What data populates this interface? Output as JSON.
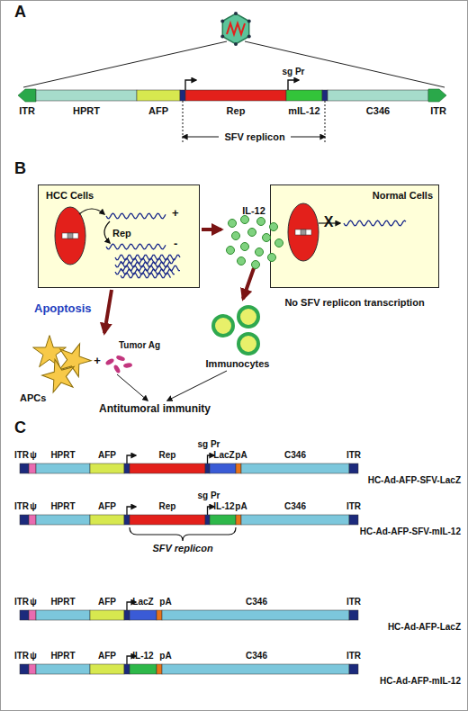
{
  "diagram": {
    "nodes": [
      {
        "text": [
          "HCC Cells",
          "Rep",
          "+",
          "-"
        ]
      },
      {
        "text": [
          "Normal Cells",
          "X"
        ]
      }
    ],
    "labels": [
      "A",
      "ITR",
      "HPRT",
      "AFP",
      "Rep",
      "sg Pr",
      "mIL-12",
      "C346",
      "ITR",
      "SFV replicon",
      "B",
      "IL-12",
      "Apoptosis",
      "Tumor Ag",
      "+",
      "APCs",
      "Immunocytes",
      "Antitumoral immunity",
      "No SFV replicon transcription",
      "C",
      "ITR",
      "ψ",
      "HPRT",
      "AFP",
      "Rep",
      "sg Pr",
      "LacZ",
      "pA",
      "C346",
      "ITR",
      "HC-Ad-AFP-SFV-LacZ",
      "ITR",
      "ψ",
      "HPRT",
      "AFP",
      "Rep",
      "sg Pr",
      "IL-12",
      "pA",
      "C346",
      "ITR",
      "HC-Ad-AFP-SFV-mIL-12",
      "SFV replicon",
      "ITR",
      "ψ",
      "HPRT",
      "AFP",
      "LacZ",
      "pA",
      "C346",
      "ITR",
      "HC-Ad-AFP-LacZ",
      "ITR",
      "ψ",
      "HPRT",
      "AFP",
      "IL-12",
      "pA",
      "C346",
      "ITR",
      "HC-Ad-AFP-mIL-12"
    ]
  }
}
